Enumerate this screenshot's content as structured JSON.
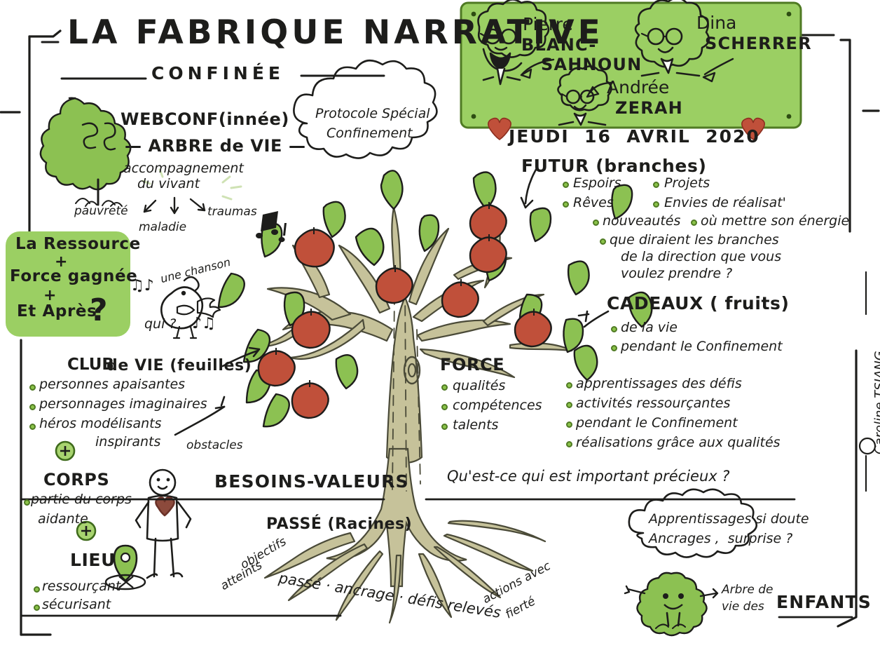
{
  "meta": {
    "doc_type": "sketchnote",
    "language": "fr",
    "accent_green": "#9BCF63",
    "leaf_green": "#8CC152",
    "fruit_red": "#C0503A",
    "trunk_color": "#C6C29A",
    "ink": "#1D1D1B"
  },
  "title": {
    "main": "LA FABRIQUE NARRATIVE",
    "sub": "CONFINÉE"
  },
  "intro": {
    "webconf": "WEBCONF(innée)",
    "arbre": "— ARBRE de VIE —",
    "accompagnement_line1": "accompagnement",
    "accompagnement_line2": "du vivant",
    "keywords": [
      "pauvreté",
      "maladie",
      "traumas"
    ],
    "cloud_line1": "Protocole Spécial",
    "cloud_line2": "Confinement"
  },
  "speakers_panel": {
    "people": [
      {
        "first": "Pierre",
        "last_line1": "BLANC-",
        "last_line2": "SAHNOUN"
      },
      {
        "first": "Dina",
        "last_line1": "SCHERRER",
        "last_line2": ""
      },
      {
        "first": "Andrée",
        "last_line1": "ZERAH",
        "last_line2": ""
      }
    ],
    "date": "JEUDI  16  AVRIL  2020",
    "heart_left": "♥",
    "heart_right": "♥"
  },
  "ressource_box": {
    "line1": "La Ressource",
    "plus1": "+",
    "line2": "Force gagnée",
    "plus2": "+",
    "line3": "Et Après",
    "question": "?"
  },
  "bird": {
    "song": "une chanson",
    "who": "qui ?",
    "notes_left": "♫♪",
    "notes_right": "♪♫",
    "notes_top": "♫♪"
  },
  "futur": {
    "heading": "FUTUR (branches)",
    "items": [
      "Espoirs",
      "Rêves",
      "Projets",
      "Envies de réalisat'",
      "nouveautés",
      "où mettre son énergie"
    ],
    "question_line1": "que diraient les branches",
    "question_line2": "de la direction que vous",
    "question_line3": "voulez prendre ?"
  },
  "cadeaux": {
    "heading": "CADEAUX ( fruits)",
    "items": [
      "de la vie",
      "pendant le Confinement"
    ]
  },
  "right_list": {
    "items": [
      "apprentissages des défis",
      "activités ressourçantes",
      "pendant le Confinement",
      "réalisations grâce aux qualités"
    ]
  },
  "force": {
    "heading": "FORCE",
    "items": [
      "qualités",
      "compétences",
      "talents"
    ]
  },
  "club_de_vie": {
    "heading_bold": "CLUB",
    "heading_rest": "de VIE (feuilles)",
    "items": [
      "personnes apaisantes",
      "personnages imaginaires",
      "héros modélisants"
    ],
    "extra": "inspirants",
    "obstacles": "obstacles",
    "plus": "+"
  },
  "corps": {
    "heading": "CORPS",
    "items": [
      "partie du corps",
      "aidante"
    ],
    "plus": "+"
  },
  "lieu": {
    "heading": "LIEU",
    "items": [
      "ressourçant",
      "sécurisant"
    ]
  },
  "center": {
    "besoins": "BESOINS-VALEURS",
    "passe": "PASSÉ (Racines)",
    "question": "Qu'est-ce qui est important précieux ?"
  },
  "roots": {
    "objectif_line1": "objectifs",
    "objectif_line2": "atteints",
    "main": "passé · ancrage · défis relevés",
    "right_line1": "actions avec",
    "right_line2": "fierté"
  },
  "bottom_cloud": {
    "line1": "Apprentissages si doute",
    "line2": "Ancrages ,  surprise ?"
  },
  "enfants": {
    "line1": "Arbre de",
    "line2": "vie des",
    "emphasis": "ENFANTS"
  },
  "signature": {
    "mark": "©",
    "name": "Caroline TSIANG"
  }
}
